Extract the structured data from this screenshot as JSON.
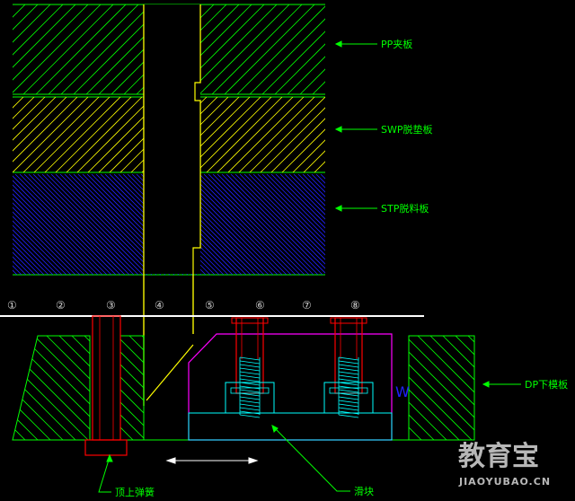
{
  "labels": {
    "pp": "PP夹板",
    "swp": "SWP脱垫板",
    "stp": "STP脱料板",
    "dp": "DP下模板",
    "spring": "顶上弹簧",
    "slider": "滑块"
  },
  "markers": [
    "①",
    "②",
    "③",
    "④",
    "⑤",
    "⑥",
    "⑦",
    "⑧"
  ],
  "side_letter": "W",
  "watermark": {
    "main": "教育宝",
    "sub": "JIAOYUBAO.CN"
  },
  "colors": {
    "background": "#000000",
    "green": "#00ff00",
    "yellow": "#ffff00",
    "blue": "#2020ff",
    "red": "#ff0000",
    "magenta": "#ff00ff",
    "cyan": "#00ffff",
    "white": "#ffffff",
    "grey": "#cfcfcf"
  }
}
